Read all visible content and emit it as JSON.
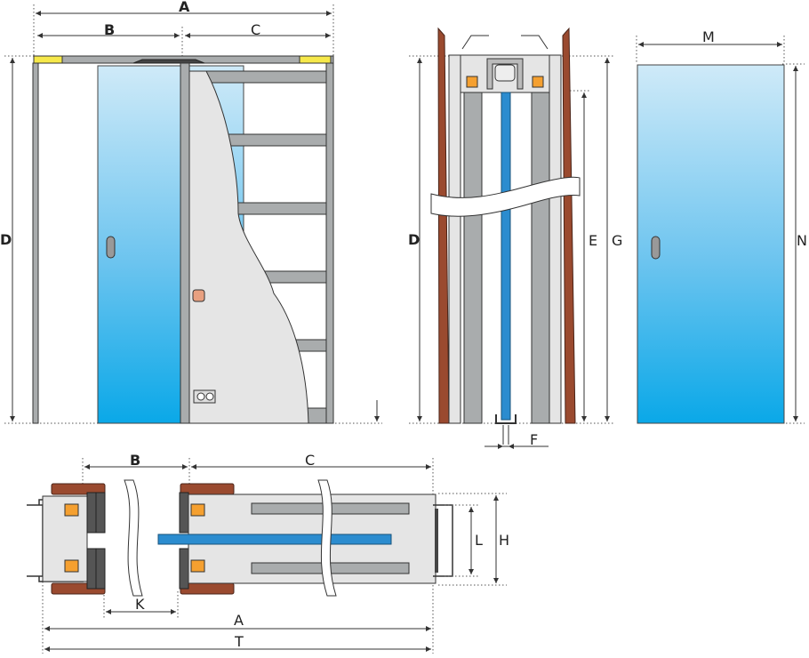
{
  "labels": {
    "front_A": "A",
    "front_B": "B",
    "front_C": "C",
    "front_D": "D",
    "side_D": "D",
    "side_E": "E",
    "side_G": "G",
    "side_F": "F",
    "panel_M": "M",
    "panel_N": "N",
    "plan_B": "B",
    "plan_C": "C",
    "plan_K": "K",
    "plan_A": "A",
    "plan_T": "T",
    "plan_L": "L",
    "plan_H": "H"
  },
  "colors": {
    "glass_top": "#cfeaf8",
    "glass_bottom": "#0aa8e8",
    "frame": "#a9acad",
    "wood": "#9a4a2f",
    "orange": "#f5a030",
    "blue_rod": "#2b8ccf",
    "yellow": "#f6e84a"
  }
}
